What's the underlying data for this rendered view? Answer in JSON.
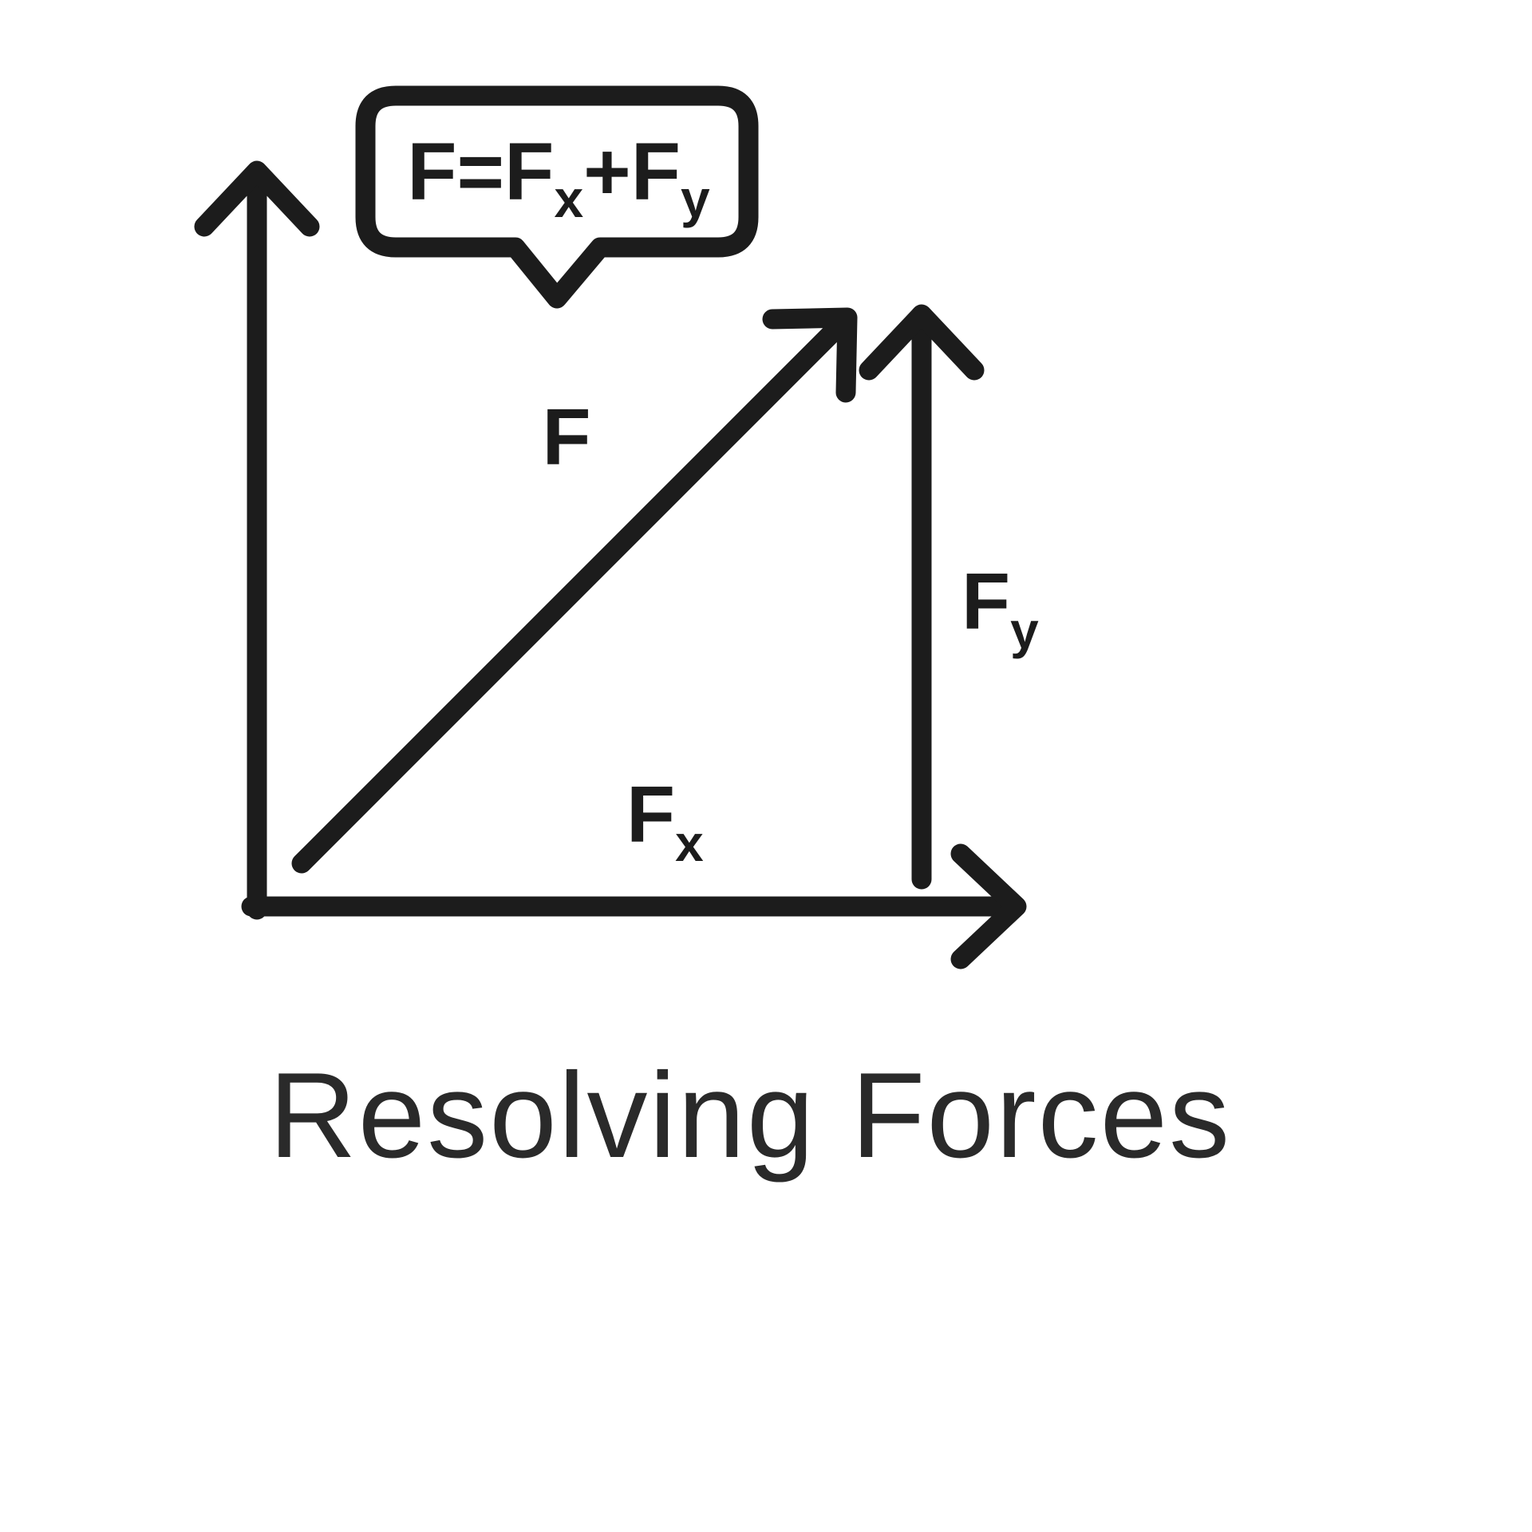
{
  "diagram": {
    "formula": {
      "part1": "F=F",
      "sub1": "x",
      "part2": "+F",
      "sub2": "y"
    },
    "labels": {
      "resultant": "F",
      "fx_main": "F",
      "fx_sub": "x",
      "fy_main": "F",
      "fy_sub": "y"
    },
    "caption": "Resolving Forces",
    "colors": {
      "line": "#1c1c1c",
      "background": "#ffffff"
    }
  }
}
